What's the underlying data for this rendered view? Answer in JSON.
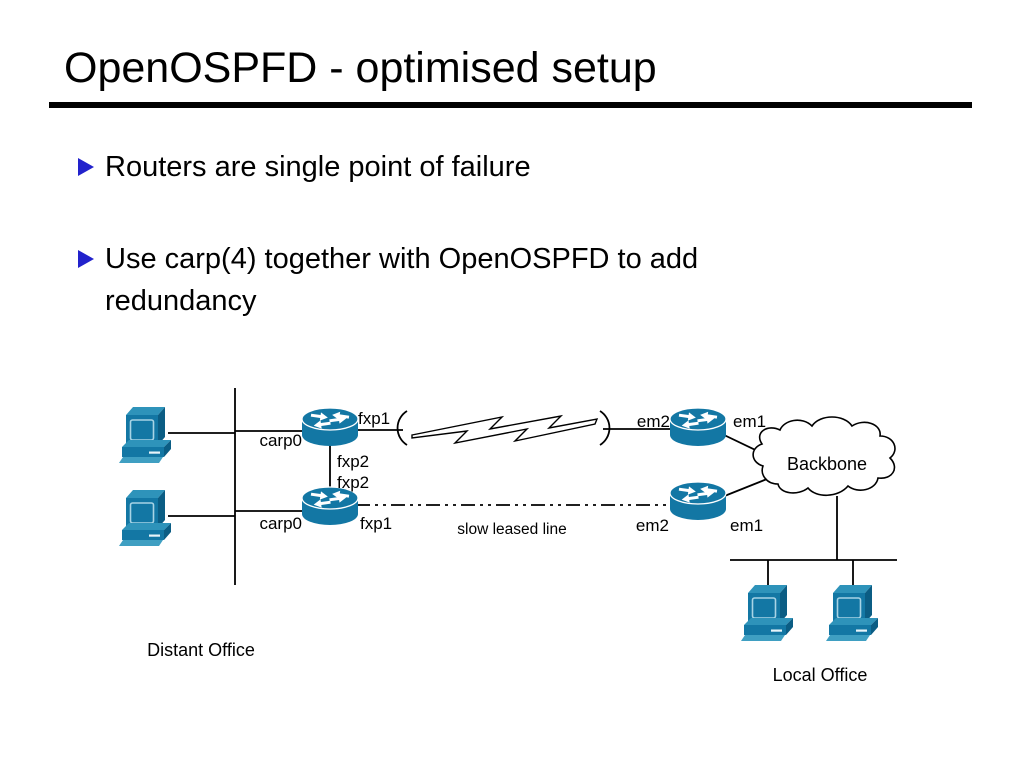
{
  "slide": {
    "title": "OpenOSPFD - optimised setup",
    "bullets": [
      {
        "lines": [
          "Routers are single point of failure",
          ""
        ]
      },
      {
        "lines": [
          "Use carp(4) together with OpenOSPFD to add",
          "redundancy"
        ]
      }
    ]
  },
  "diagram": {
    "icons": {
      "router_icon": "cisco-router-icon",
      "workstation_icon": "workstation-icon",
      "lightning_icon": "lightning-bolt-wan-link-icon",
      "cloud_icon": "network-cloud-icon"
    },
    "labels": {
      "carp0_top": "carp0",
      "fxp1_top": "fxp1",
      "fxp2_upper": "fxp2",
      "fxp2_lower": "fxp2",
      "carp0_bottom": "carp0",
      "fxp1_bottom": "fxp1",
      "em2_top": "em2",
      "em1_top": "em1",
      "em2_bottom": "em2",
      "em1_bottom": "em1",
      "slow_leased_line": "slow leased line",
      "backbone": "Backbone",
      "distant_office": "Distant Office",
      "local_office": "Local Office"
    },
    "colors": {
      "device_teal": "#1377a4",
      "device_teal_light": "#2e93ba",
      "device_teal_dark": "#0b5d84",
      "tray_teal": "#3f9fc2",
      "bullet_blue": "#2222cc",
      "line_black": "#000000"
    }
  }
}
